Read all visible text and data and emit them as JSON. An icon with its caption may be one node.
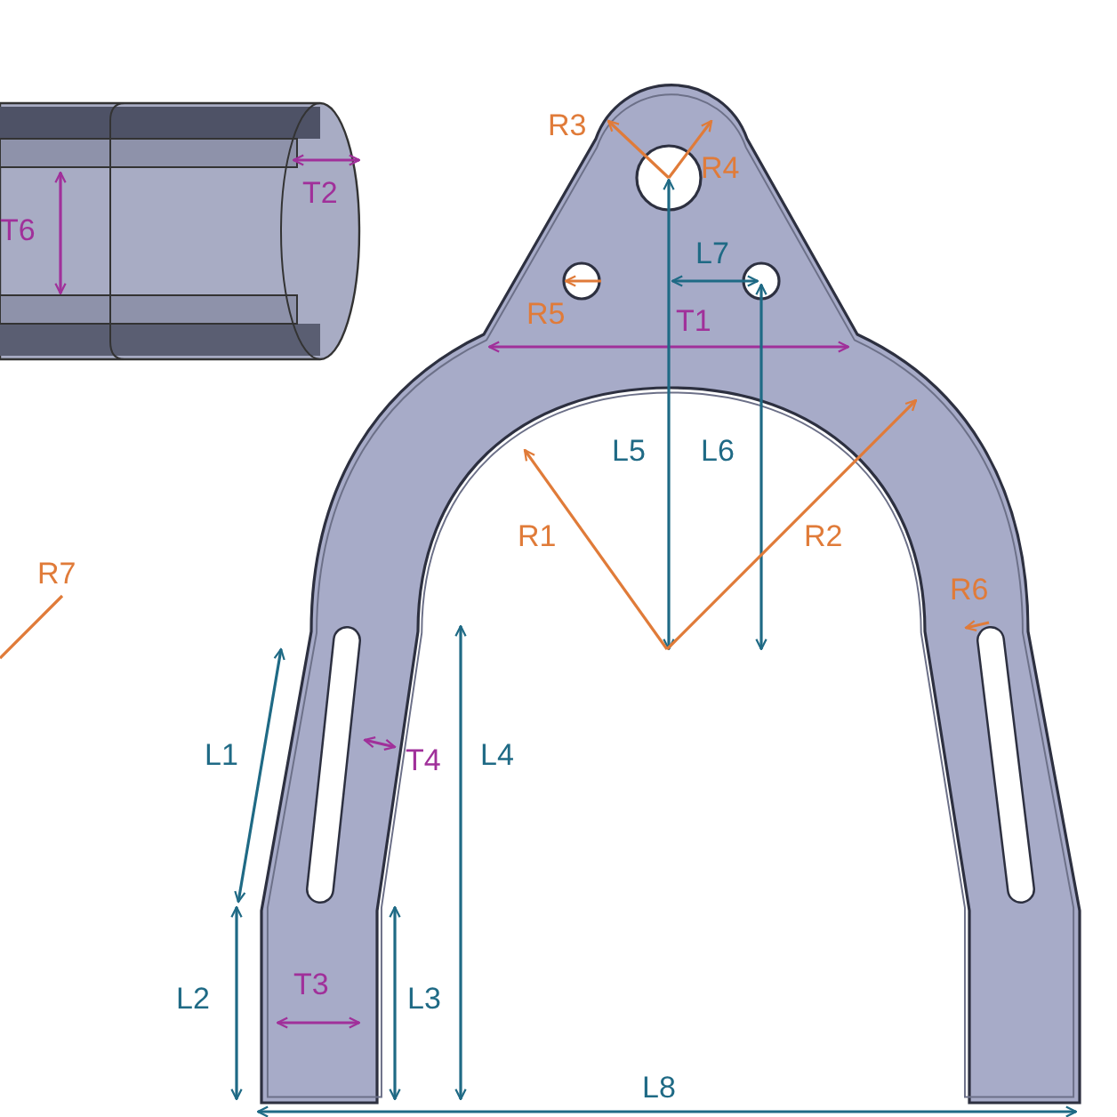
{
  "diagram": {
    "labels": [
      "R3",
      "R4",
      "T2",
      "T6",
      "L7",
      "R5",
      "T1",
      "L5",
      "L6",
      "R1",
      "R2",
      "R7",
      "R6",
      "L1",
      "T4",
      "L4",
      "L2",
      "T3",
      "L3",
      "L8"
    ]
  }
}
